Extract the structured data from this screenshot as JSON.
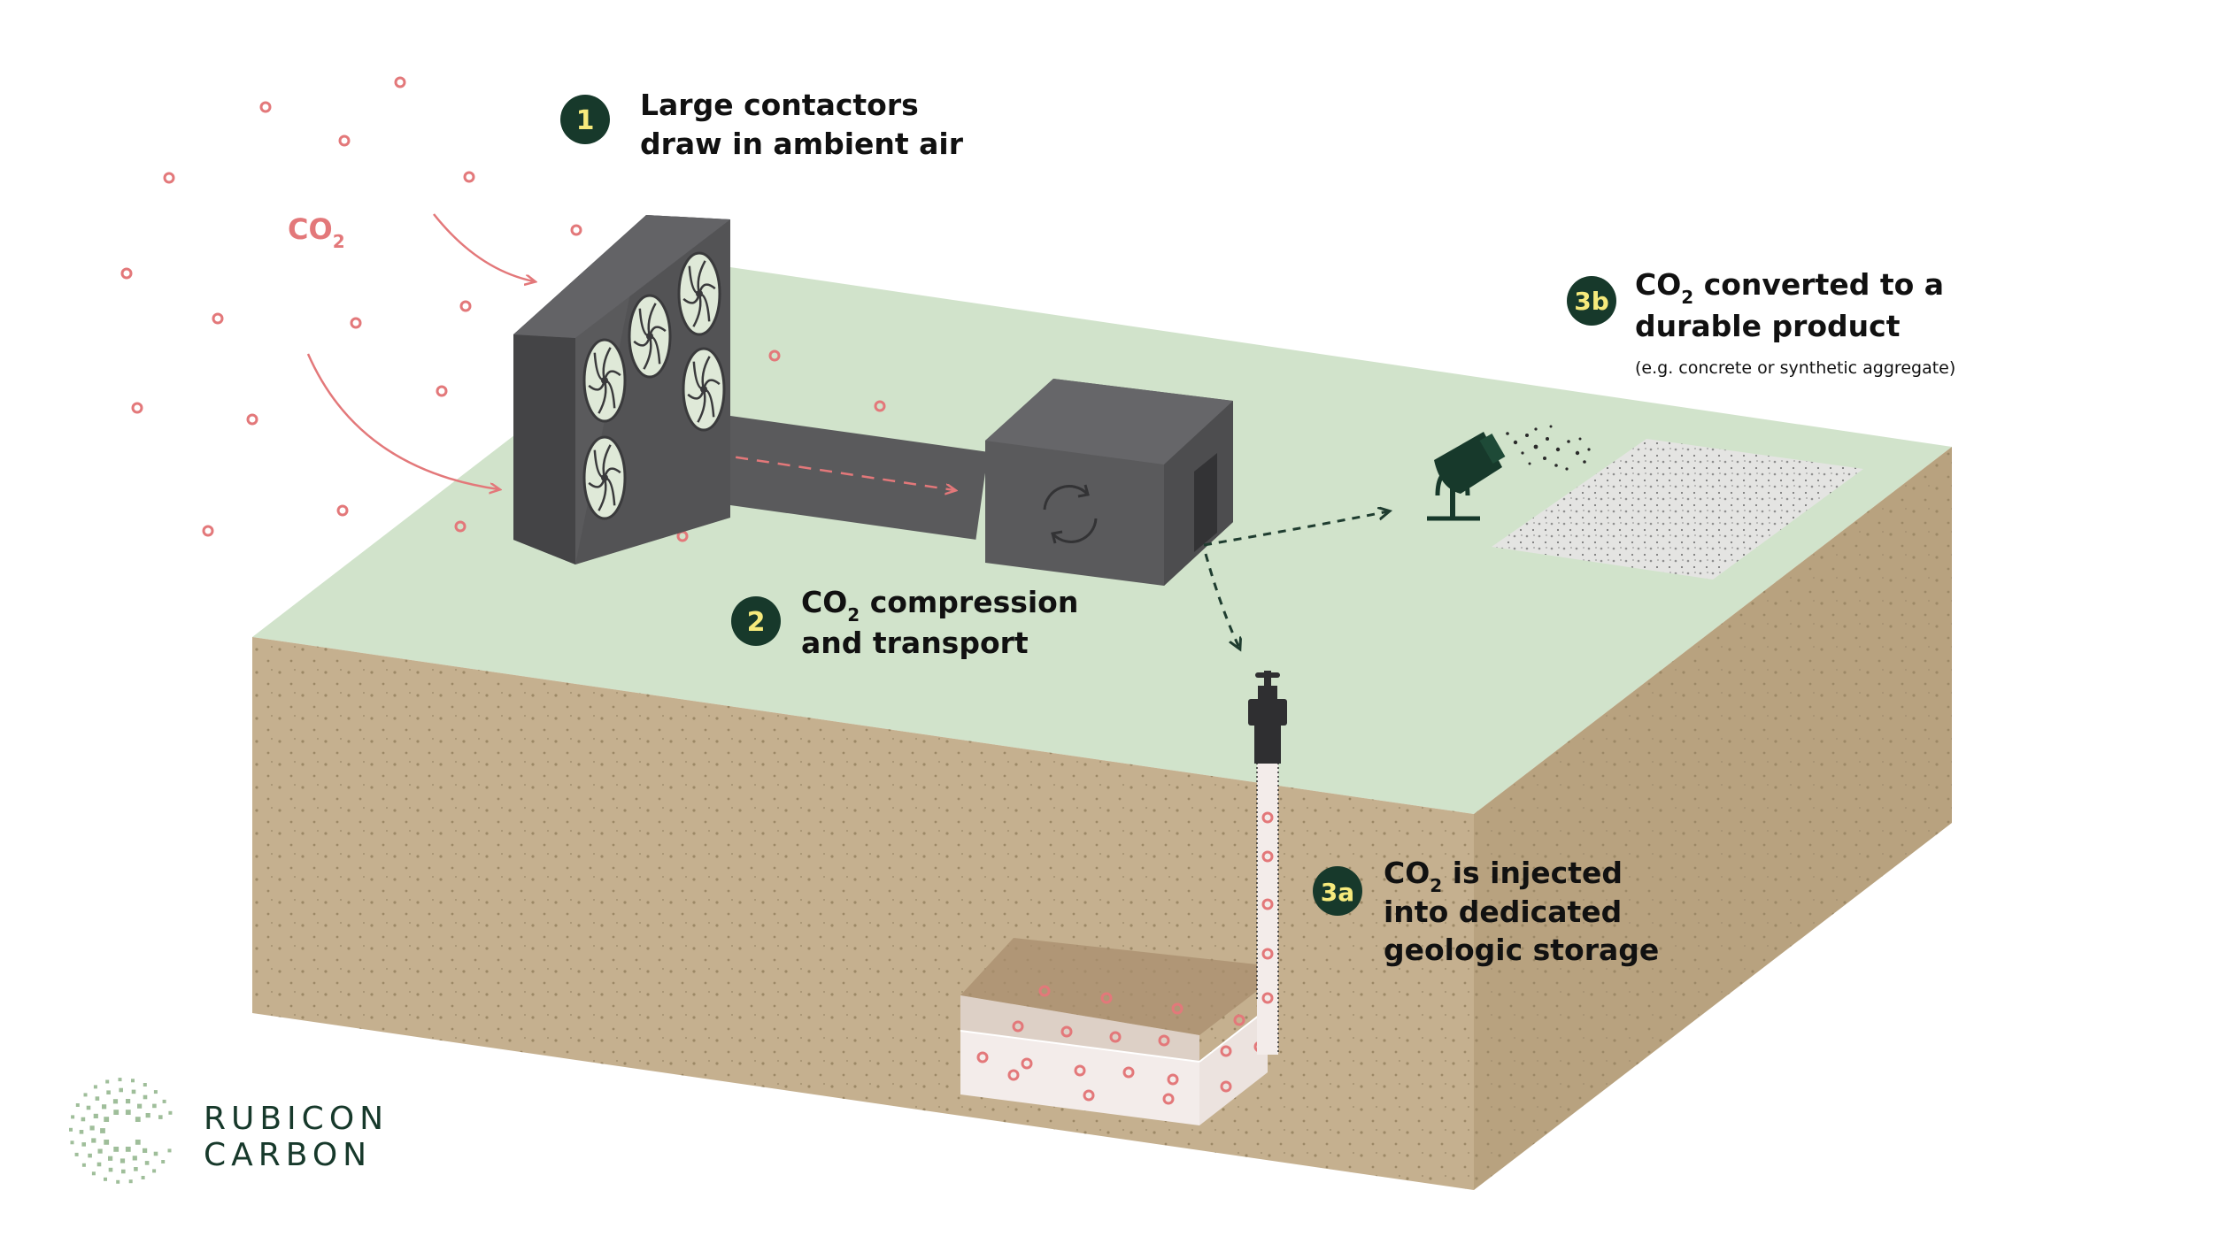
{
  "colors": {
    "ground_top": "#d1e3cb",
    "soil_front": "#c5b08f",
    "soil_side": "#b8a27f",
    "machine": "#5a5a5c",
    "machine_dark": "#444446",
    "fan": "#dfe9d8",
    "co2_red": "#e3787a",
    "badge_bg": "#17392b",
    "badge_text": "#f6ea7c",
    "logo_green": "#17392b",
    "logo_dots": "#9fbe9a",
    "storage_fill": "#f3ecea",
    "storage_top": "#a88d6e"
  },
  "co2_label": {
    "main": "CO",
    "sub": "2"
  },
  "steps": {
    "step1": {
      "badge": "1",
      "line1": "Large contactors",
      "line2": "draw in ambient air"
    },
    "step2": {
      "badge": "2",
      "line1_main": "CO",
      "line1_sub": "2",
      "line1_rest": " compression",
      "line2": "and transport"
    },
    "step3a": {
      "badge": "3a",
      "line1_main": "CO",
      "line1_sub": "2",
      "line1_rest": " is injected",
      "line2": "into dedicated",
      "line3": "geologic storage"
    },
    "step3b": {
      "badge": "3b",
      "line1_main": "CO",
      "line1_sub": "2",
      "line1_rest": " converted to a",
      "line2": "durable product",
      "note": "(e.g. concrete or synthetic  aggregate)"
    }
  },
  "logo": {
    "line1": "RUBICON",
    "line2": "CARBON"
  },
  "icons": [
    "co2-molecule-icon",
    "fan-icon",
    "recycle-icon",
    "wellhead-icon",
    "spreader-icon",
    "rubicon-logo-icon"
  ]
}
